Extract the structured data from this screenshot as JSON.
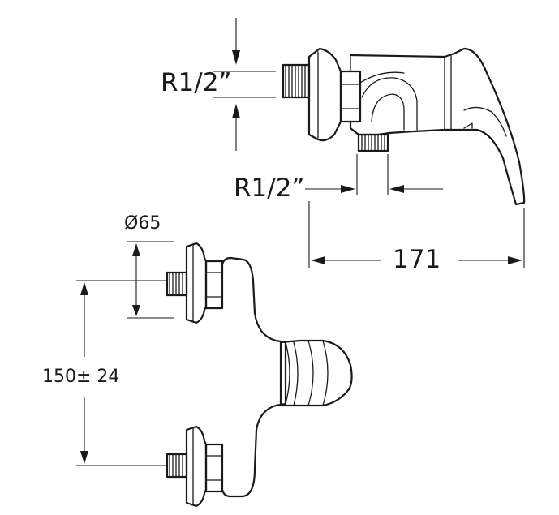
{
  "labels": {
    "inlet_thread_top": "R1/2”",
    "outlet_thread": "R1/2”",
    "projection": "171",
    "escutcheon_diameter": "Ø65",
    "centre_distance": "150± 24"
  }
}
